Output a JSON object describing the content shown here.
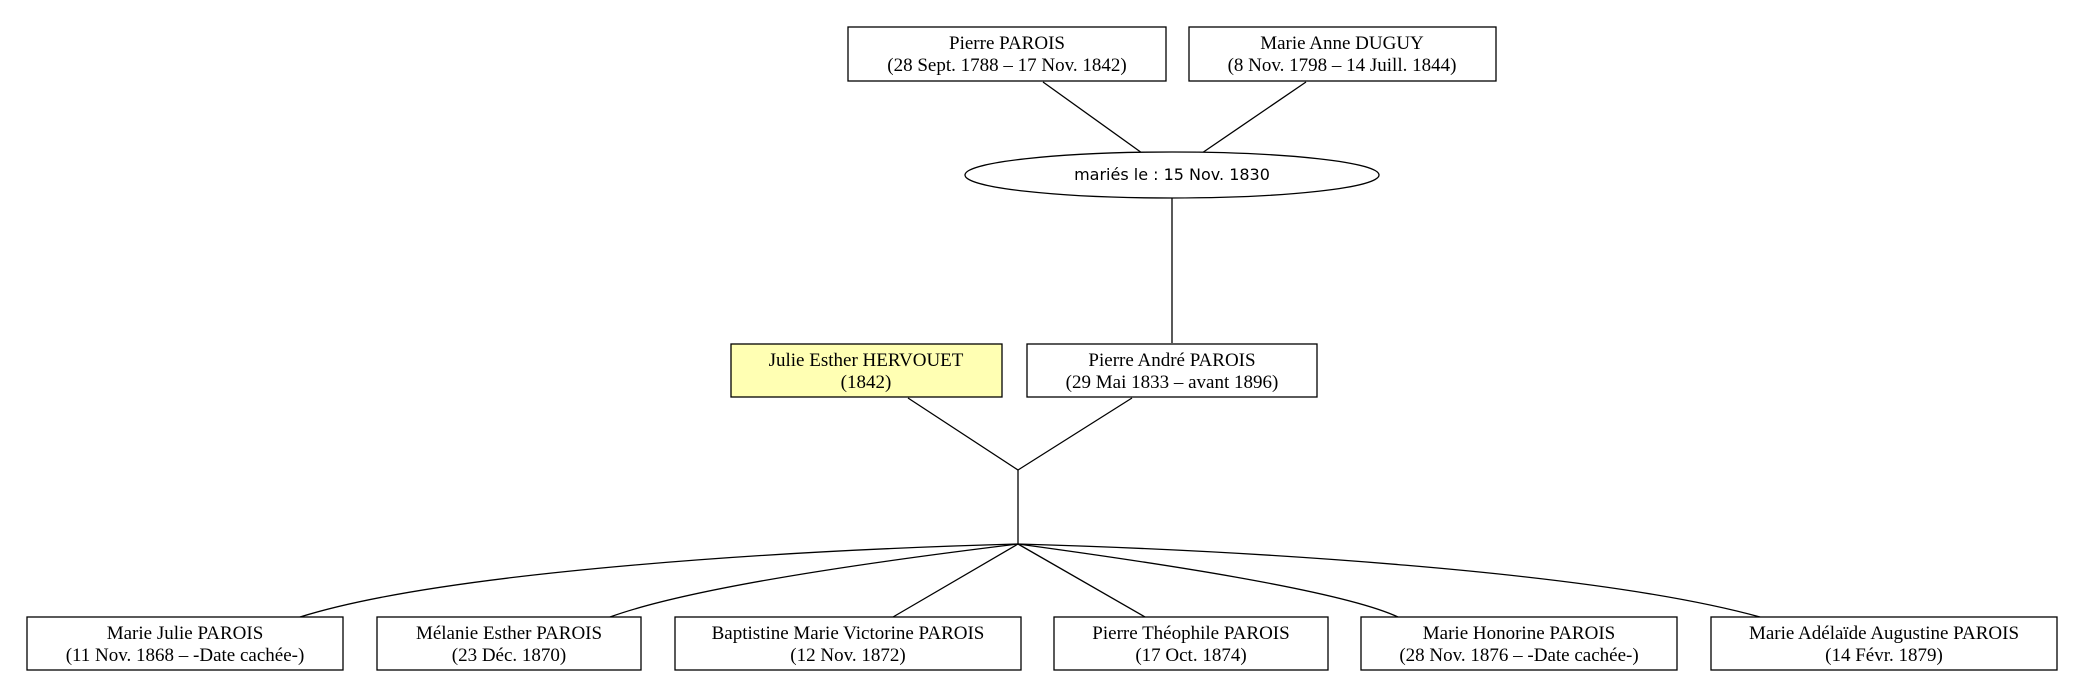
{
  "people": {
    "pierre_parois": {
      "name": "Pierre PAROIS",
      "dates": "(28 Sept. 1788 – 17 Nov. 1842)"
    },
    "marie_anne_duguy": {
      "name": "Marie Anne DUGUY",
      "dates": "(8 Nov. 1798 – 14 Juill. 1844)"
    },
    "julie_esther_hervouet": {
      "name": "Julie Esther HERVOUET",
      "dates": "(1842)"
    },
    "pierre_andre_parois": {
      "name": "Pierre André PAROIS",
      "dates": "(29 Mai 1833 – avant 1896)"
    },
    "marie_julie_parois": {
      "name": "Marie Julie PAROIS",
      "dates": "(11 Nov. 1868 – -Date cachée-)"
    },
    "melanie_esther_parois": {
      "name": "Mélanie Esther PAROIS",
      "dates": "(23 Déc. 1870)"
    },
    "baptistine_marie_victorine_parois": {
      "name": "Baptistine Marie Victorine PAROIS",
      "dates": "(12 Nov. 1872)"
    },
    "pierre_theophile_parois": {
      "name": "Pierre Théophile PAROIS",
      "dates": "(17 Oct. 1874)"
    },
    "marie_honorine_parois": {
      "name": "Marie Honorine PAROIS",
      "dates": "(28 Nov. 1876 – -Date cachée-)"
    },
    "marie_adelaide_augustine_parois": {
      "name": "Marie Adélaïde Augustine PAROIS",
      "dates": "(14 Févr. 1879)"
    }
  },
  "marriage": {
    "label": "mariés le : 15 Nov. 1830"
  },
  "colors": {
    "highlight": "#ffffb3",
    "line": "#000000",
    "background": "#ffffff"
  }
}
